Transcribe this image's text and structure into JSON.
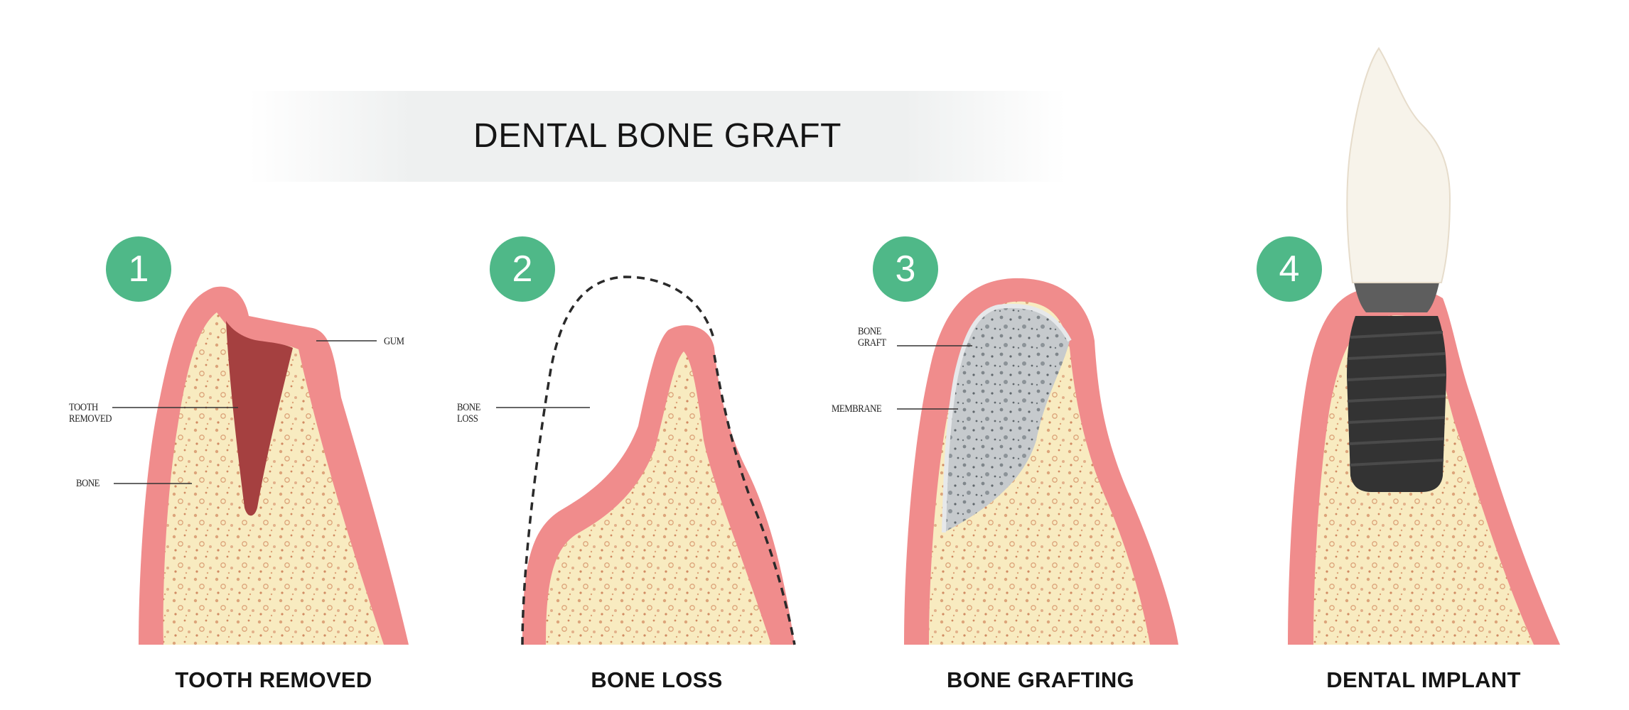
{
  "title": "DENTAL BONE GRAFT",
  "colors": {
    "accent": "#4fb888",
    "gum": "#f08c8c",
    "bone": "#f8ebc0",
    "bone_dots": "#d9a072",
    "socket": "#a54040",
    "graft": "#c4c8cc",
    "implant": "#333333",
    "crown": "#f7f3ea"
  },
  "steps": [
    {
      "number": "1",
      "caption": "TOOTH REMOVED",
      "labels": [
        "GUM",
        "TOOTH\nREMOVED",
        "BONE"
      ]
    },
    {
      "number": "2",
      "caption": "BONE LOSS",
      "labels": [
        "BONE\nLOSS"
      ]
    },
    {
      "number": "3",
      "caption": "BONE GRAFTING",
      "labels": [
        "BONE\nGRAFT",
        "MEMBRANE"
      ]
    },
    {
      "number": "4",
      "caption": "DENTAL IMPLANT",
      "labels": []
    }
  ]
}
